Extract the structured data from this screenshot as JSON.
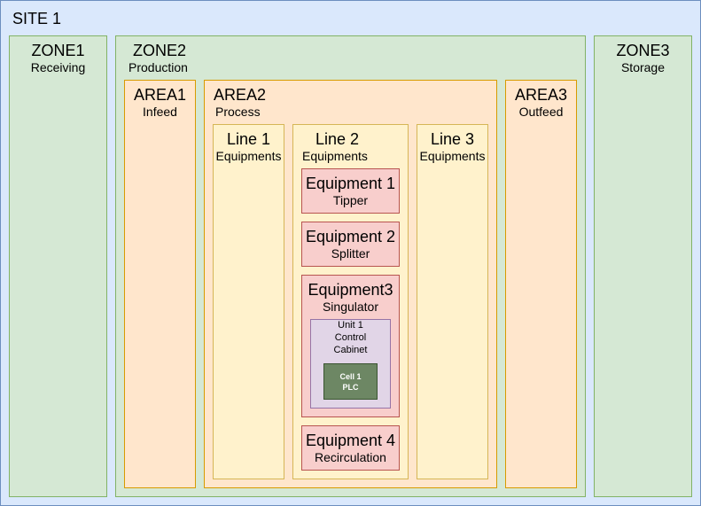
{
  "site": {
    "title": "SITE 1"
  },
  "zones": [
    {
      "title": "ZONE1",
      "subtitle": "Receiving"
    },
    {
      "title": "ZONE2",
      "subtitle": "Production"
    },
    {
      "title": "ZONE3",
      "subtitle": "Storage"
    }
  ],
  "areas": [
    {
      "title": "AREA1",
      "subtitle": "Infeed"
    },
    {
      "title": "AREA2",
      "subtitle": "Process"
    },
    {
      "title": "AREA3",
      "subtitle": "Outfeed"
    }
  ],
  "lines": [
    {
      "title": "Line 1",
      "subtitle": "Equipments"
    },
    {
      "title": "Line 2",
      "subtitle": "Equipments"
    },
    {
      "title": "Line 3",
      "subtitle": "Equipments"
    }
  ],
  "equipment": [
    {
      "title": "Equipment 1",
      "subtitle": "Tipper"
    },
    {
      "title": "Equipment 2",
      "subtitle": "Splitter"
    },
    {
      "title": "Equipment3",
      "subtitle": "Singulator"
    },
    {
      "title": "Equipment 4",
      "subtitle": "Recirculation"
    }
  ],
  "unit": {
    "line1": "Unit 1",
    "line2": "Control",
    "line3": "Cabinet"
  },
  "cell": {
    "line1": "Cell 1",
    "line2": "PLC"
  }
}
